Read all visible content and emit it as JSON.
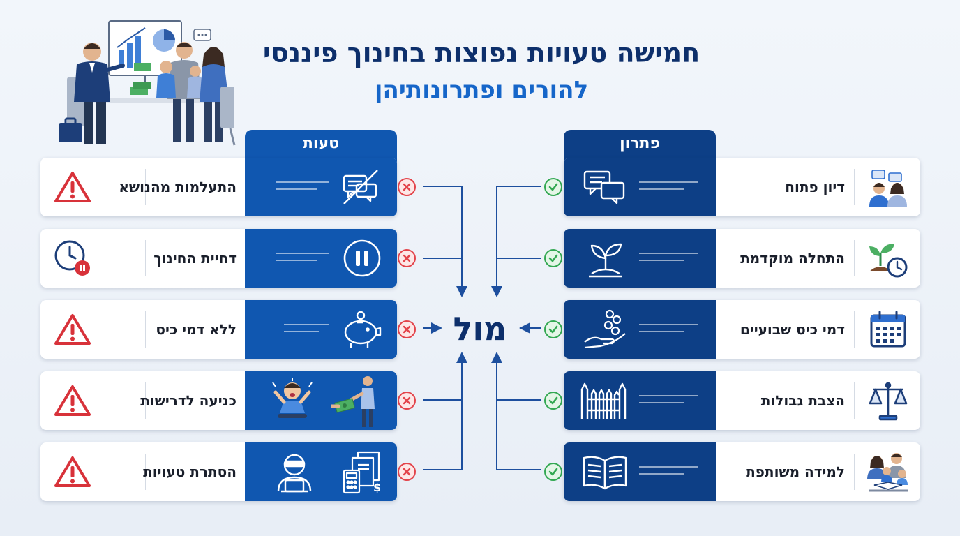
{
  "title": {
    "line1": "חמישה טעויות נפוצות בחינוך פיננסי",
    "line2": "להורים ופתרונותיהן"
  },
  "headers": {
    "mistake": "טעות",
    "solution": "פתרון"
  },
  "center_label": "מול",
  "mistakes": [
    {
      "label": "התעלמות מהנושא",
      "status_icon": "warning-icon",
      "illustration": "muted-chat-icon"
    },
    {
      "label": "דחיית החינוך",
      "status_icon": "clock-pause-icon",
      "illustration": "pause-icon"
    },
    {
      "label": "ללא דמי כיס",
      "status_icon": "warning-icon",
      "illustration": "piggy-bank-icon"
    },
    {
      "label": "כניעה לדרישות",
      "status_icon": "warning-icon",
      "illustration": "tantrum-child-icon"
    },
    {
      "label": "הסתרת טעויות",
      "status_icon": "warning-icon",
      "illustration": "hidden-person-icon"
    }
  ],
  "solutions": [
    {
      "label": "דיון פתוח",
      "side_icon": "people-talking-icon",
      "illustration": "chat-bubbles-icon"
    },
    {
      "label": "התחלה מוקדמת",
      "side_icon": "sprout-clock-icon",
      "illustration": "sprout-icon"
    },
    {
      "label": "דמי כיס שבועיים",
      "side_icon": "calendar-icon",
      "illustration": "hand-coins-icon"
    },
    {
      "label": "הצבת גבולות",
      "side_icon": "scales-icon",
      "illustration": "fence-icon"
    },
    {
      "label": "למידה משותפת",
      "side_icon": "family-learning-icon",
      "illustration": "open-book-icon"
    }
  ],
  "colors": {
    "mistake_blue": "#1057b0",
    "solution_blue": "#0d3f86",
    "title_navy": "#0d2f6b",
    "subtitle_blue": "#1666c9",
    "error_red": "#e3434a",
    "success_green": "#33a852"
  }
}
